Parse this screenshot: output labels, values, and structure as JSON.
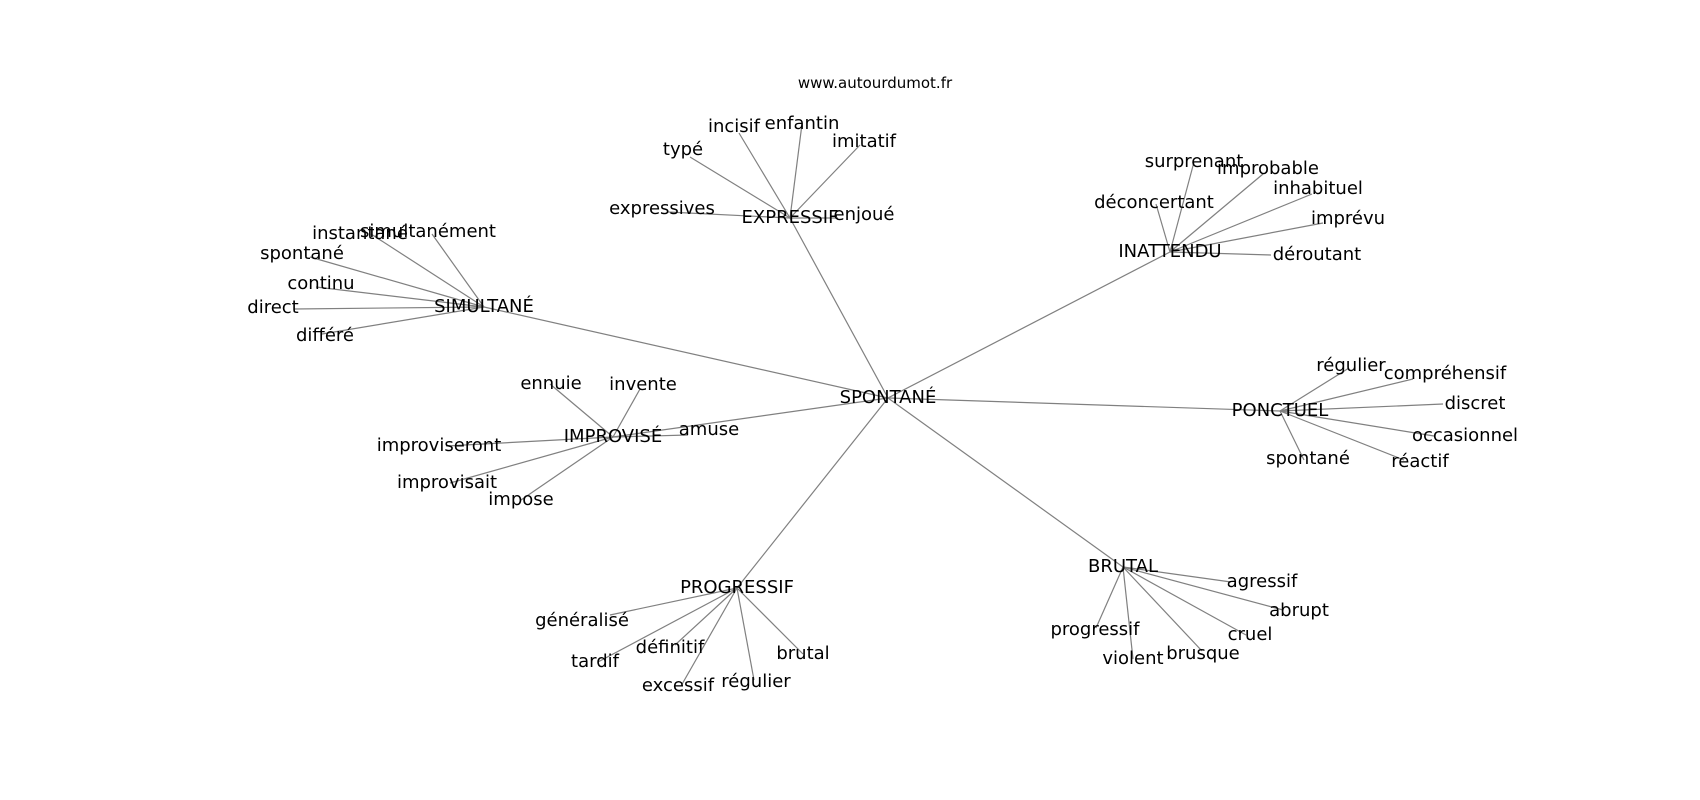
{
  "watermark": "www.autourdumot.fr",
  "colors": {
    "edge": "#808080",
    "text": "#000000",
    "background": "#ffffff"
  },
  "graph": {
    "center": "SPONTANÉ",
    "clusters": [
      {
        "hub": "EXPRESSIF",
        "leaves": [
          "incisif",
          "enfantin",
          "imitatif",
          "typé",
          "expressives",
          "enjoué"
        ]
      },
      {
        "hub": "INATTENDU",
        "leaves": [
          "surprenant",
          "improbable",
          "inhabituel",
          "déconcertant",
          "imprévu",
          "déroutant"
        ]
      },
      {
        "hub": "SIMULTANÉ",
        "leaves": [
          "instantané",
          "simultanément",
          "spontané",
          "continu",
          "direct",
          "différé"
        ]
      },
      {
        "hub": "IMPROVISÉ",
        "leaves": [
          "ennuie",
          "invente",
          "amuse",
          "improviseront",
          "improvisait",
          "impose"
        ]
      },
      {
        "hub": "PONCTUEL",
        "leaves": [
          "régulier",
          "compréhensif",
          "discret",
          "occasionnel",
          "réactif",
          "spontané"
        ]
      },
      {
        "hub": "PROGRESSIF",
        "leaves": [
          "généralisé",
          "définitif",
          "tardif",
          "excessif",
          "régulier",
          "brutal"
        ]
      },
      {
        "hub": "BRUTAL",
        "leaves": [
          "agressif",
          "abrupt",
          "cruel",
          "progressif",
          "violent",
          "brusque"
        ]
      }
    ]
  }
}
